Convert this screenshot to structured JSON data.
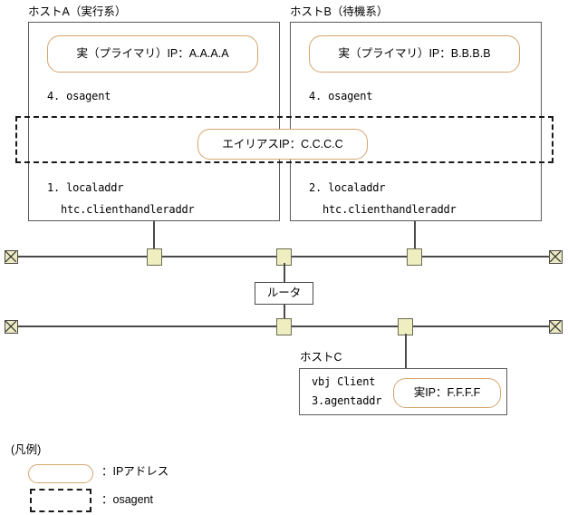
{
  "diagram": {
    "title_hint": "HA host alias IP network diagram",
    "colors": {
      "pill_border": "#d6a66e",
      "box_border": "#5a5a5a",
      "line": "#4a4a4a",
      "node_fill": "#eeeec0",
      "dash_border": "#1a1a1a"
    }
  },
  "hosts": {
    "a": {
      "caption": "ホストA（実行系）",
      "primary_ip": "実（プライマリ）IP：A.A.A.A",
      "osagent": "4. osagent",
      "localaddr": "1. localaddr",
      "clienthandleraddr": "htc.clienthandleraddr"
    },
    "b": {
      "caption": "ホストB（待機系）",
      "primary_ip": "実（プライマリ）IP：B.B.B.B",
      "osagent": "4. osagent",
      "localaddr": "2. localaddr",
      "clienthandleraddr": "htc.clienthandleraddr"
    },
    "c": {
      "caption": "ホストC",
      "client": "vbj Client",
      "agentaddr": "3.agentaddr",
      "real_ip": "実IP：F.F.F.F"
    }
  },
  "alias": {
    "label": "エイリアスIP：C.C.C.C"
  },
  "router": {
    "label": "ルータ"
  },
  "legend": {
    "title": "(凡例)",
    "items": [
      {
        "shape": "rounded-pill",
        "label": "：IPアドレス"
      },
      {
        "shape": "dashed-rect",
        "label": "：osagent"
      }
    ]
  }
}
